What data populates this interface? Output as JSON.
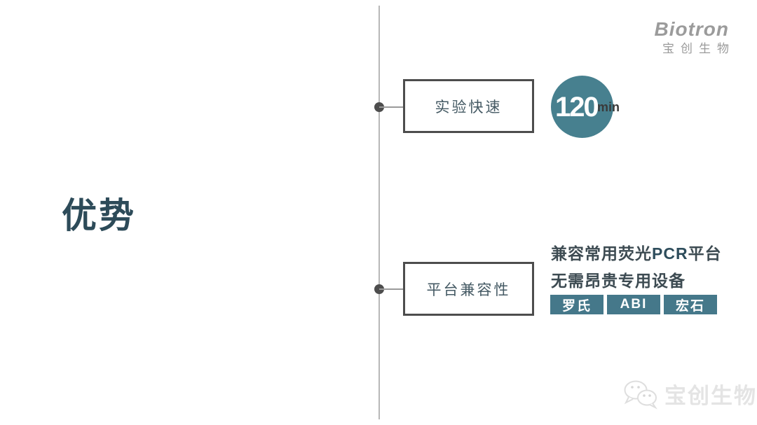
{
  "slide": {
    "title": "优势"
  },
  "logo": {
    "brand": "Biotron",
    "brand_cn": "宝创生物"
  },
  "branches": [
    {
      "label": "实验快速",
      "stat_value": "120",
      "stat_unit": "min"
    },
    {
      "label": "平台兼容性",
      "line1_pre": "兼容常用荧光",
      "line1_em": "PCR",
      "line1_post": "平台",
      "line2": "无需昂贵专用设备",
      "platforms": [
        "罗氏",
        "ABI",
        "宏石"
      ]
    }
  ],
  "watermark": {
    "text": "宝创生物"
  },
  "colors": {
    "accent_teal": "#47808F",
    "badge_teal": "#45788A",
    "title_dark": "#2D4B59",
    "box_border_gray": "#4D4D4D",
    "timeline_gray": "#B8B8B8",
    "logo_gray": "#9B9B9B",
    "watermark_gray": "#E4E4E4"
  }
}
